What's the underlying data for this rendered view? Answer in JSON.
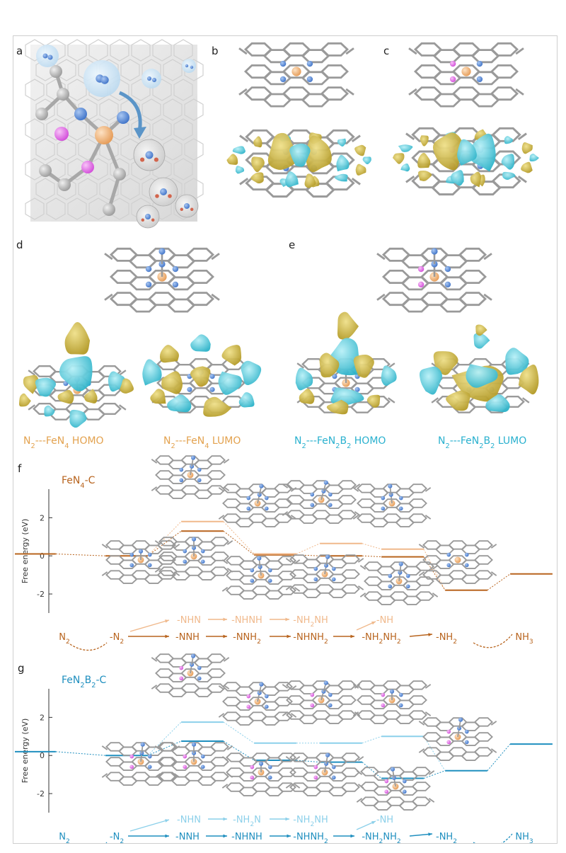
{
  "panels": {
    "a": "a",
    "b": "b",
    "c": "c",
    "d": "d",
    "e": "e",
    "f": "f",
    "g": "g"
  },
  "captions": [
    {
      "sp": [
        "N",
        "2",
        "---FeN",
        "4",
        "  HOMO"
      ],
      "color": "#e3a24f"
    },
    {
      "sp": [
        "N",
        "2",
        "---FeN",
        "4",
        " LUMO"
      ],
      "color": "#e3a24f"
    },
    {
      "sp": [
        "N",
        "2",
        "---FeN",
        "2",
        "B",
        "2",
        " HOMO"
      ],
      "color": "#2ab1cf"
    },
    {
      "sp": [
        "N",
        "2",
        "---FeN",
        "2",
        "B",
        "2",
        " LUMO"
      ],
      "color": "#2ab1cf"
    }
  ],
  "colors": {
    "fen4_dark": "#b8641e",
    "fen4_light": "#f0b98c",
    "fenb_dark": "#1f8fbf",
    "fenb_light": "#8cd0ea",
    "iso_yellow": "#c9b33c",
    "iso_cyan": "#49c6d8",
    "iron": "#f0b07a",
    "nitrogen": "#4f86d8",
    "boron": "#e070e8",
    "carbon": "#b8b8b8"
  },
  "chart_data": [
    {
      "type": "line",
      "panel": "f",
      "title_sp": [
        "FeN",
        "4",
        "-C"
      ],
      "ylabel": "Free energy (eV)",
      "ylim": [
        -3,
        3.5
      ],
      "yticks": [
        2,
        0,
        -2
      ],
      "series": [
        {
          "name": "-NNH pathway",
          "style": "dark",
          "steps": [
            0.1,
            0.0,
            1.3,
            0.05,
            0.0,
            -0.05,
            -1.8,
            -0.95
          ]
        },
        {
          "name": "-NHN pathway",
          "style": "light",
          "steps": [
            null,
            null,
            1.8,
            0.1,
            0.65,
            0.35,
            null,
            null
          ]
        }
      ],
      "labels_dark": [
        [
          "N",
          "2"
        ],
        [
          "-N",
          "2"
        ],
        [
          "-NNH"
        ],
        [
          "-NNH",
          "2"
        ],
        [
          "-NHNH",
          "2"
        ],
        [
          "-NH",
          "2",
          "NH",
          "2"
        ],
        [
          "-NH",
          "2"
        ],
        [
          "NH",
          "3"
        ]
      ],
      "labels_light": [
        [
          "-NHN"
        ],
        [
          "-NHNH"
        ],
        [
          "-NH",
          "2",
          "NH"
        ],
        [
          "-NH"
        ]
      ]
    },
    {
      "type": "line",
      "panel": "g",
      "title_sp": [
        "FeN",
        "2",
        "B",
        "2",
        "-C"
      ],
      "ylabel": "Free energy (eV)",
      "ylim": [
        -3,
        3.5
      ],
      "yticks": [
        2,
        0,
        -2
      ],
      "series": [
        {
          "name": "-NNH pathway",
          "style": "dark",
          "steps": [
            0.2,
            0.0,
            0.75,
            -0.25,
            -0.35,
            -1.2,
            -0.8,
            0.6
          ]
        },
        {
          "name": "-NHN pathway",
          "style": "light",
          "steps": [
            null,
            null,
            1.75,
            0.65,
            0.65,
            1.0,
            null,
            null
          ]
        }
      ],
      "labels_dark": [
        [
          "N",
          "2"
        ],
        [
          "-N",
          "2"
        ],
        [
          "-NNH"
        ],
        [
          "-NHNH"
        ],
        [
          "-NHNH",
          "2"
        ],
        [
          "-NH",
          "2",
          "NH",
          "2"
        ],
        [
          "-NH",
          "2"
        ],
        [
          "NH",
          "3"
        ]
      ],
      "labels_light": [
        [
          "-NHN"
        ],
        [
          "-NH",
          "2",
          "N"
        ],
        [
          "-NH",
          "2",
          "NH"
        ],
        [
          "-NH"
        ]
      ]
    }
  ]
}
